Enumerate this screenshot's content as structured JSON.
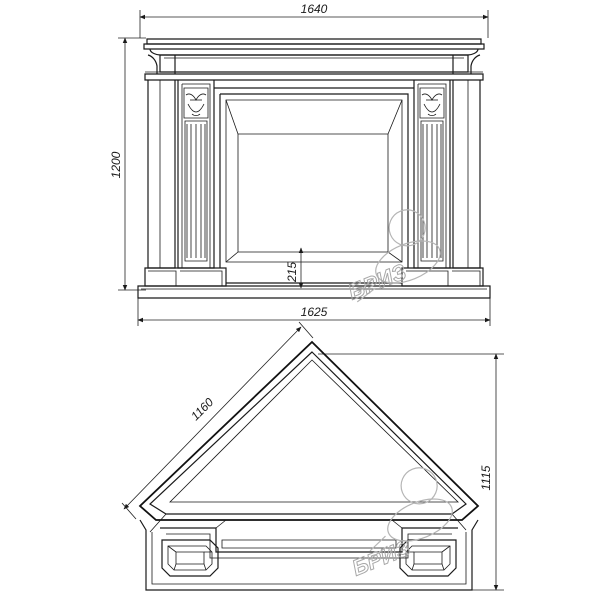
{
  "front_view": {
    "width_top": "1640",
    "width_bottom": "1625",
    "height": "1200",
    "opening_height": "215"
  },
  "top_view": {
    "diagonal": "1160",
    "depth": "1115"
  },
  "watermark": {
    "brand": "БРИЗ"
  }
}
